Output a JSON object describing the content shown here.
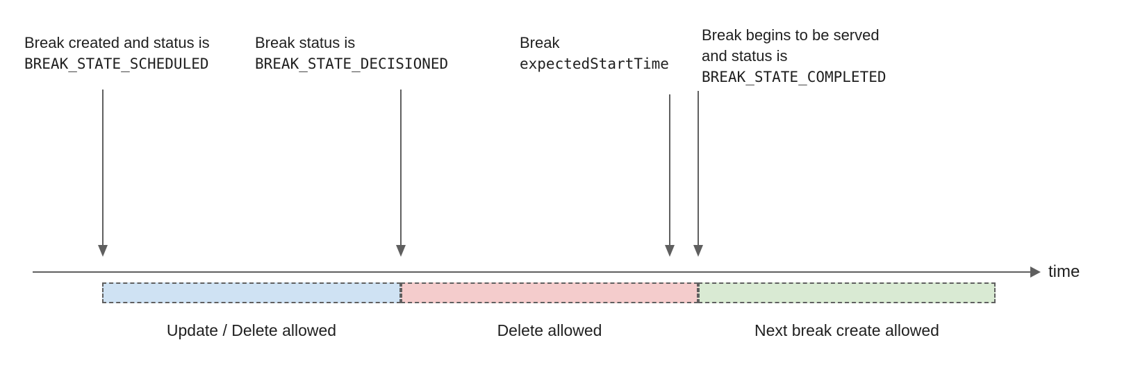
{
  "diagram": {
    "annotations": [
      {
        "lines": [
          "Break created and status is"
        ],
        "code": "BREAK_STATE_SCHEDULED"
      },
      {
        "lines": [
          "Break status is"
        ],
        "code": "BREAK_STATE_DECISIONED"
      },
      {
        "lines": [
          "Break"
        ],
        "code": "expectedStartTime"
      },
      {
        "lines": [
          "Break begins to be served",
          "and status is"
        ],
        "code": "BREAK_STATE_COMPLETED"
      }
    ],
    "axis": {
      "label": "time"
    },
    "segments": [
      {
        "label": "Update / Delete allowed",
        "fill": "#cfe2f3"
      },
      {
        "label": "Delete allowed",
        "fill": "#f4cccc"
      },
      {
        "label": "Next break create allowed",
        "fill": "#d9ead3"
      }
    ],
    "colors": {
      "line_gray": "#5f5f5f",
      "text": "#1f1f1f"
    }
  }
}
